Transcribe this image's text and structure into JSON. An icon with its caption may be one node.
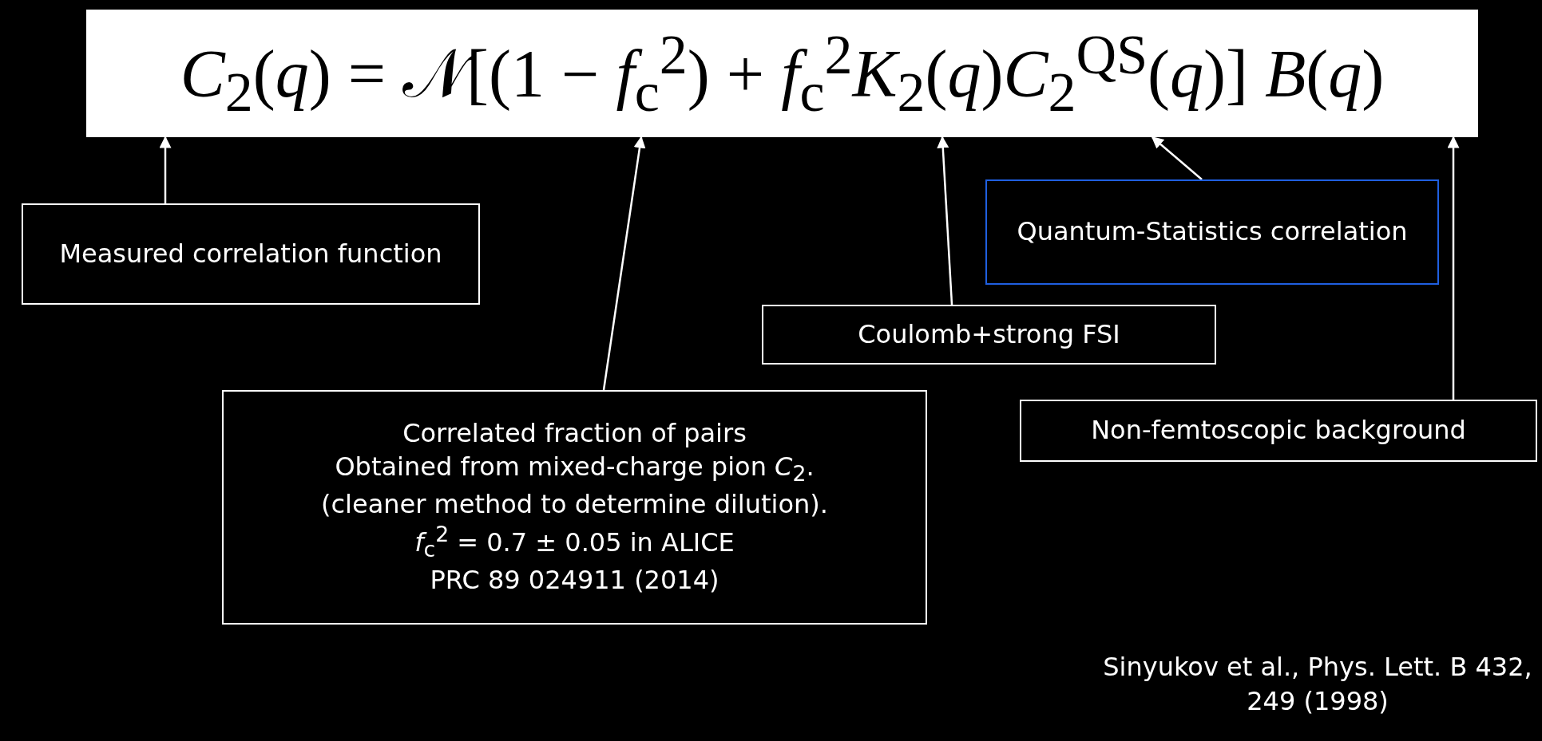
{
  "diagram": {
    "nodes": [
      {
        "text": [
          "*C*$_{2}$(*q*) = 𝒩[(1 − *f*$_{c}$$^{2}$) + *f*$_{c}$$^{2}$*K*$_{2}$(*q*)*C*$_{2}$$^{QS}$(*q*)] *B*(*q*)"
        ]
      },
      {
        "text": [
          "Measured correlation function"
        ]
      },
      {
        "text": [
          "Correlated fraction of pairs",
          "Obtained from mixed-charge pion *C*$_{2}$.",
          "(cleaner method to determine dilution).",
          "*f*$_{c}$$^{2}$ = 0.7 ± 0.05 in ALICE",
          "PRC 89 024911 (2014)"
        ]
      },
      {
        "text": [
          "Coulomb+strong FSI"
        ]
      },
      {
        "text": [
          "Quantum-Statistics correlation"
        ]
      },
      {
        "text": [
          "Non-femtoscopic background"
        ]
      }
    ],
    "edges": [
      {
        "from": 1,
        "to": 0,
        "arrow": "to"
      },
      {
        "from": 2,
        "to": 0,
        "arrow": "to"
      },
      {
        "from": 3,
        "to": 0,
        "arrow": "to"
      },
      {
        "from": 4,
        "to": 0,
        "arrow": "to"
      },
      {
        "from": 5,
        "to": 0,
        "arrow": "to"
      }
    ],
    "labels": [
      "Sinyukov et al., Phys. Lett. B 432, 249 (1998)"
    ]
  }
}
